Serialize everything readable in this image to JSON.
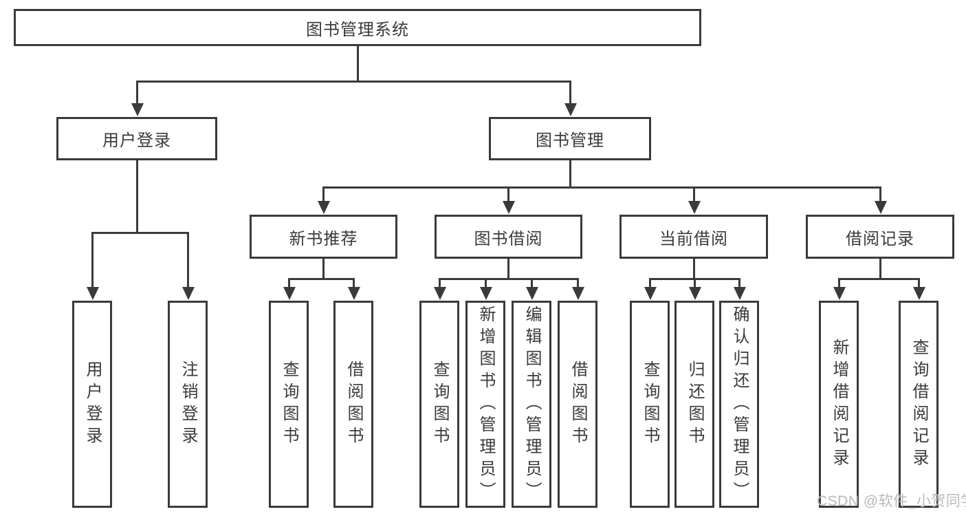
{
  "diagram": {
    "title": "图书管理系统",
    "level2": [
      {
        "label": "用户登录"
      },
      {
        "label": "图书管理"
      }
    ],
    "level3": [
      {
        "label": "新书推荐"
      },
      {
        "label": "图书借阅"
      },
      {
        "label": "当前借阅"
      },
      {
        "label": "借阅记录"
      }
    ],
    "leaves": [
      {
        "label": "用户登录"
      },
      {
        "label": "注销登录"
      },
      {
        "label": "查询图书"
      },
      {
        "label": "借阅图书"
      },
      {
        "label": "查询图书"
      },
      {
        "label": "新增图书（管理员）"
      },
      {
        "label": "编辑图书（管理员）"
      },
      {
        "label": "借阅图书"
      },
      {
        "label": "查询图书"
      },
      {
        "label": "归还图书"
      },
      {
        "label": "确认归还（管理员）"
      },
      {
        "label": "新增借阅记录"
      },
      {
        "label": "查询借阅记录"
      }
    ],
    "hierarchy": {
      "图书管理系统": {
        "用户登录": [
          "用户登录",
          "注销登录"
        ],
        "图书管理": {
          "新书推荐": [
            "查询图书",
            "借阅图书"
          ],
          "图书借阅": [
            "查询图书",
            "新增图书（管理员）",
            "编辑图书（管理员）",
            "借阅图书"
          ],
          "当前借阅": [
            "查询图书",
            "归还图书",
            "确认归还（管理员）"
          ],
          "借阅记录": [
            "新增借阅记录",
            "查询借阅记录"
          ]
        }
      }
    },
    "colors": {
      "line": "#3a3a3a",
      "text": "#3a3a3a",
      "watermark": "#b9b9b9"
    }
  },
  "watermark": {
    "text": "CSDN @软件_小贺同学"
  }
}
